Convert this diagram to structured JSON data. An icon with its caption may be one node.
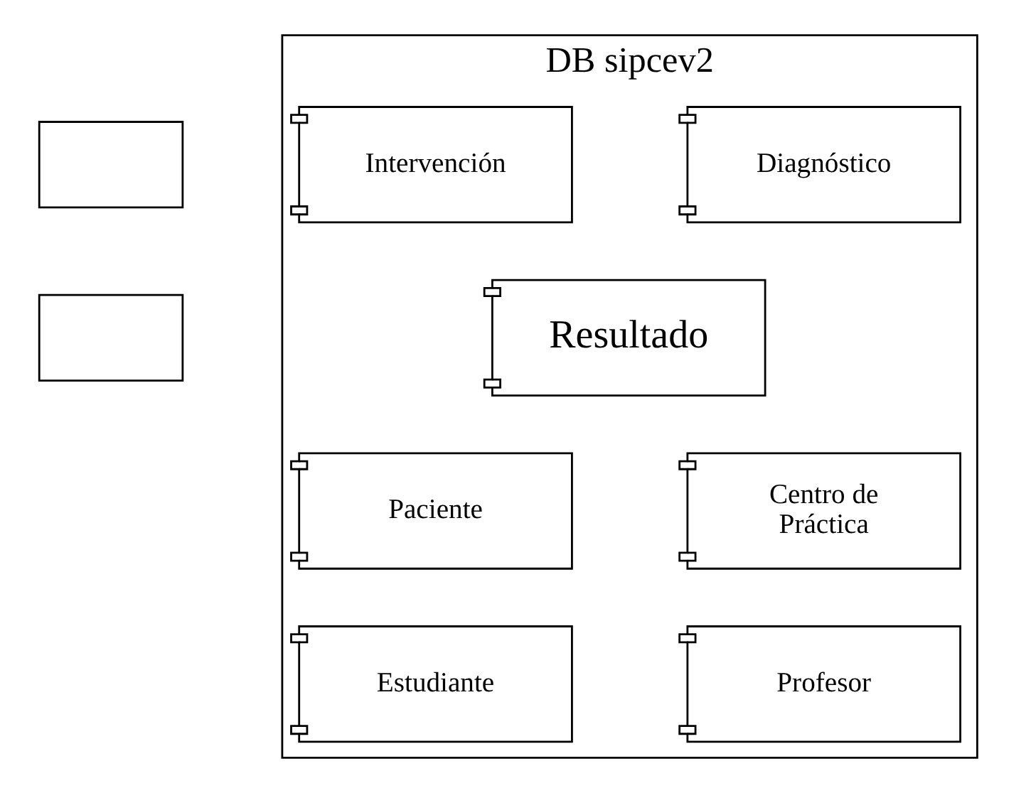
{
  "diagram": {
    "nodes": [
      {
        "text": [
          "DB sipcev2"
        ]
      },
      {
        "text": [
          "Diagnóstico"
        ],
        "in": 0
      },
      {
        "text": [
          "Intervención"
        ],
        "in": 0
      },
      {
        "text": [
          "Resultado"
        ],
        "in": 0
      },
      {
        "text": [
          "Paciente"
        ],
        "in": 0
      },
      {
        "text": [
          "Centro de Práctica"
        ],
        "in": 0
      },
      {
        "text": [
          "Estudiante"
        ],
        "in": 0
      },
      {
        "text": [
          "Profesor"
        ],
        "in": 0
      },
      {
        "text": [],
        "shape": "box"
      },
      {
        "text": [],
        "shape": "box"
      }
    ],
    "edges": []
  }
}
